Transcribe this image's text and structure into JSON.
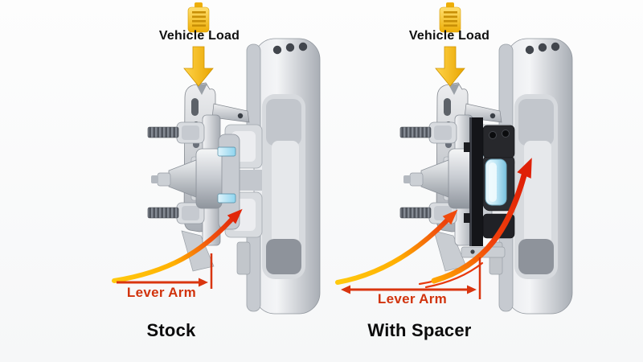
{
  "title": "Wheel spacer lever arm comparison diagram",
  "panels": [
    {
      "id": "stock",
      "load_label": "Vehicle Load",
      "lever_label": "Lever Arm",
      "caption": "Stock"
    },
    {
      "id": "with-spacer",
      "load_label": "Vehicle Load",
      "lever_label": "Lever Arm",
      "caption": "With Spacer"
    }
  ],
  "icons": {
    "load_icon": "coil-spring-weight-icon",
    "load_arrow": "down-block-arrow",
    "force_arrow": "curved-force-arrow",
    "dimension_arrow": "lever-arm-dimension-arrow"
  },
  "colors": {
    "load_arrow_gold": "#E9A500",
    "lever_text_red": "#D1330D",
    "dimension_red": "#D9350F",
    "force_arrow_red": "#E1270A",
    "force_arrow_yellow": "#FFC90F",
    "bearing_blue": "#8FD4EE",
    "spacer_black": "#141519",
    "metal_light": "#F2F3F5",
    "metal_dark": "#A9AEB5",
    "text_black": "#101010"
  }
}
